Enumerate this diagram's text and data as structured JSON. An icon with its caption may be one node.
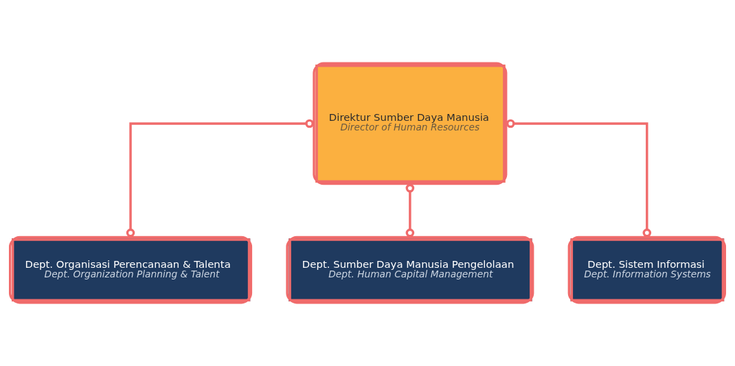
{
  "diagram": {
    "nodes": [
      {
        "text": [
          "Direktur Sumber Daya Manusia",
          "Director of Human Resources"
        ]
      },
      {
        "text": [
          "Dept. Organisasi Perencanaan & Talenta",
          "Dept. Organization Planning & Talent"
        ]
      },
      {
        "text": [
          "Dept. Sumber Daya Manusia Pengelolaan",
          "Dept. Human Capital Management"
        ]
      },
      {
        "text": [
          "Dept. Sistem Informasi",
          "Dept. Information Systems"
        ]
      }
    ],
    "edges": [
      {
        "from": 0,
        "to": 1,
        "arrow": "other"
      },
      {
        "from": 0,
        "to": 2,
        "arrow": "other"
      },
      {
        "from": 0,
        "to": 3,
        "arrow": "other"
      }
    ]
  }
}
